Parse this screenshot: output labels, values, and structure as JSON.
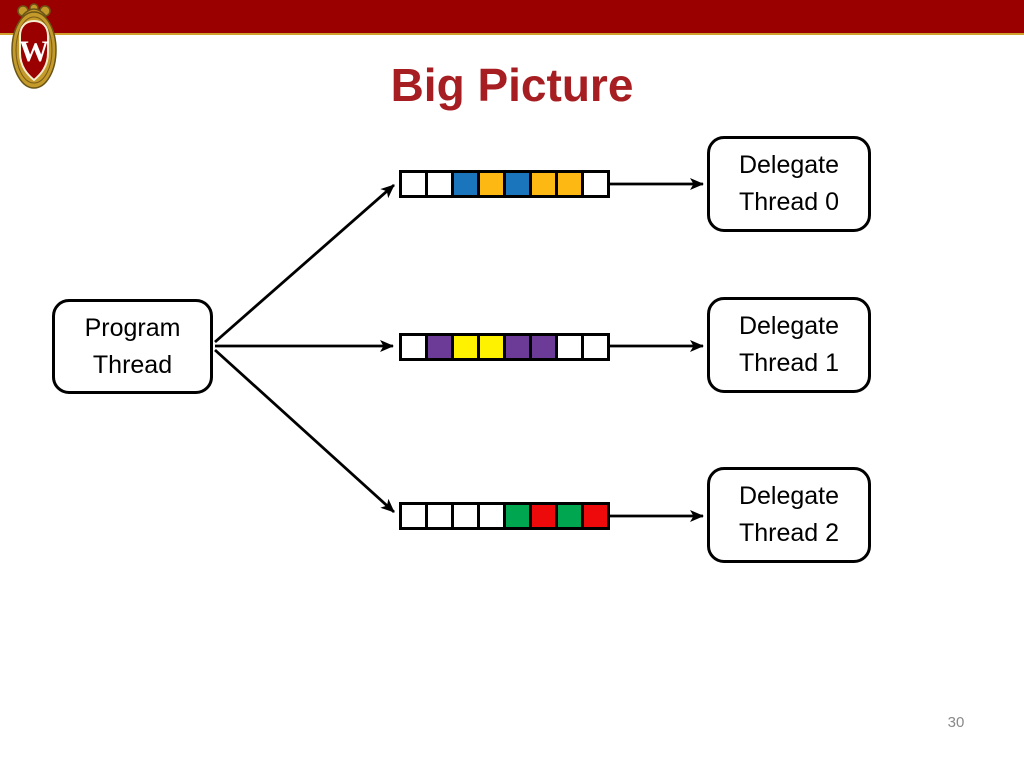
{
  "slide": {
    "title": "Big Picture",
    "title_color": "#A61E22",
    "page_number": "30",
    "background": "#FFFFFF",
    "header": {
      "bar_color": "#9A0000",
      "accent_line_color": "#CFA02B"
    },
    "logo": {
      "name": "uw-crest",
      "letter": "W",
      "gold": "#C49A2A",
      "shield_red": "#9A0000"
    }
  },
  "nodes": {
    "program": {
      "line1": "Program",
      "line2": "Thread"
    },
    "delegates": [
      {
        "line1": "Delegate",
        "line2": "Thread 0"
      },
      {
        "line1": "Delegate",
        "line2": "Thread 1"
      },
      {
        "line1": "Delegate",
        "line2": "Thread 2"
      }
    ]
  },
  "queues": [
    {
      "cells": [
        "white",
        "white",
        "blue",
        "gold",
        "blue",
        "gold",
        "gold",
        "white"
      ]
    },
    {
      "cells": [
        "white",
        "purple",
        "yellow",
        "yellow",
        "purple",
        "purple",
        "white",
        "white"
      ]
    },
    {
      "cells": [
        "white",
        "white",
        "white",
        "white",
        "green",
        "red",
        "green",
        "red"
      ]
    }
  ],
  "palette": {
    "white": "#FFFFFF",
    "blue": "#1B75BC",
    "gold": "#FDB813",
    "purple": "#6C3B97",
    "yellow": "#FFF200",
    "green": "#00A650",
    "red": "#EE0A0A"
  }
}
